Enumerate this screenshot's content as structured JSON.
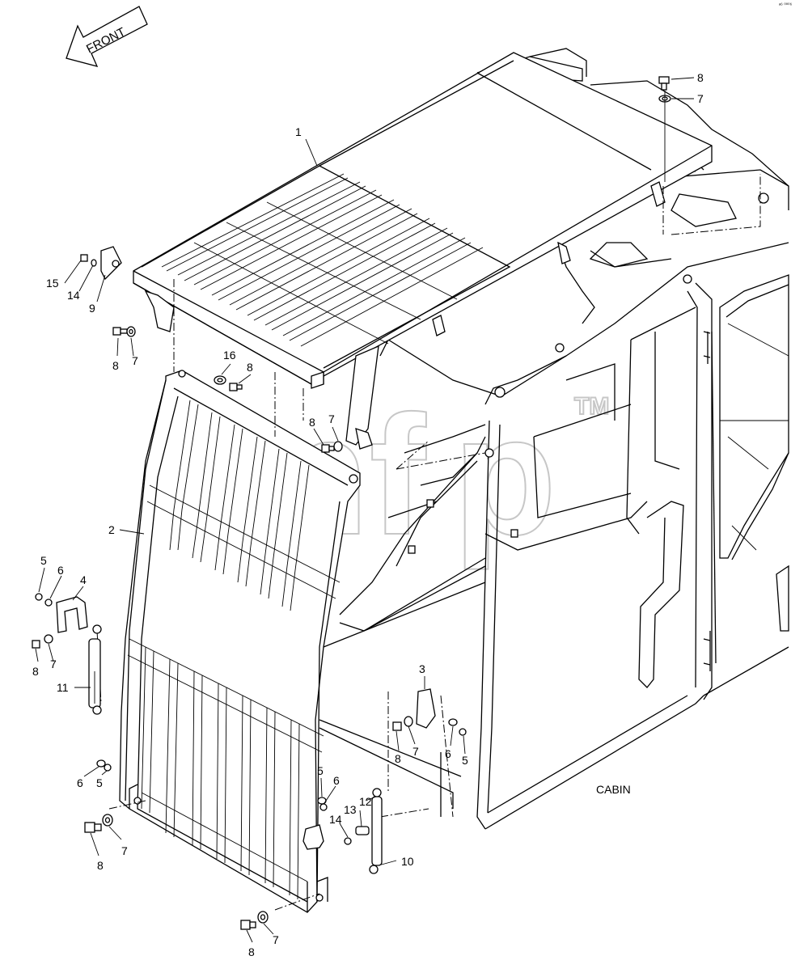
{
  "direction_label": "FRONT",
  "assembly_label": "CABIN",
  "page_code": "ᵃ⁶ ⁰⁰⁰⁶",
  "callouts": [
    "1",
    "2",
    "3",
    "4",
    "5",
    "6",
    "7",
    "8",
    "9",
    "10",
    "11",
    "12",
    "13",
    "14",
    "15",
    "16"
  ]
}
